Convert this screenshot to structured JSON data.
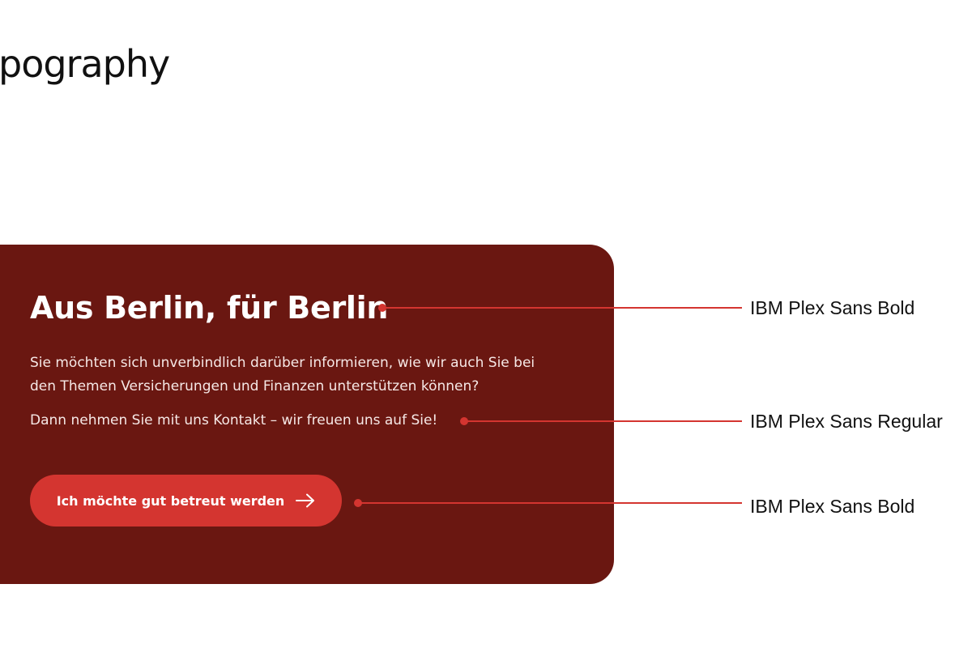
{
  "page": {
    "title": "pography"
  },
  "card": {
    "heading": "Aus Berlin, für Berlin",
    "body": "Sie möchten sich unverbindlich darüber informieren, wie wir auch Sie bei den Themen Versicherungen und Finanzen unterstützen können?",
    "contact_line": "Dann nehmen Sie mit uns Kontakt – wir freuen uns auf Sie!",
    "button_label": "Ich möchte gut betreut werden",
    "button_icon": "arrow-right-icon"
  },
  "annotations": [
    {
      "label": "IBM Plex Sans Bold"
    },
    {
      "label": "IBM Plex Sans Regular"
    },
    {
      "label": "IBM Plex Sans Bold"
    }
  ],
  "colors": {
    "card_background": "#6a1711",
    "accent": "#d43530",
    "text_on_dark": "#ffffff",
    "page_background": "#ffffff"
  }
}
